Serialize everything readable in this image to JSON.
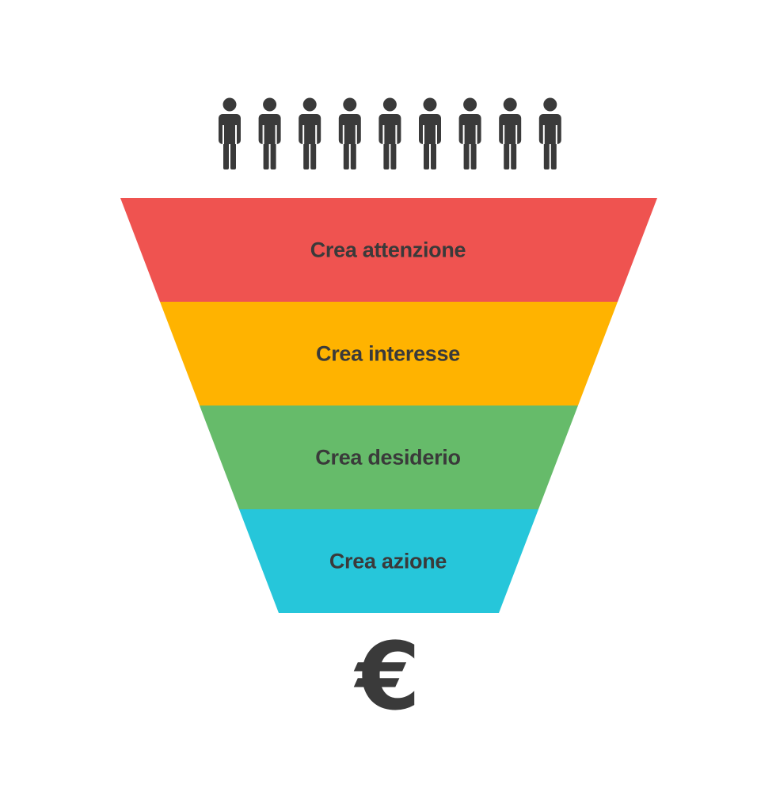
{
  "people": {
    "count": 9,
    "icon": "person-icon"
  },
  "funnel": {
    "stages": [
      {
        "label": "Crea attenzione",
        "color": "#ef5350"
      },
      {
        "label": "Crea interesse",
        "color": "#ffb300"
      },
      {
        "label": "Crea desiderio",
        "color": "#66bb6a"
      },
      {
        "label": "Crea azione",
        "color": "#26c6da"
      }
    ]
  },
  "output": {
    "symbol": "€",
    "icon": "euro-icon"
  },
  "colors": {
    "text": "#3a3a3a",
    "icon": "#3a3a3a"
  }
}
